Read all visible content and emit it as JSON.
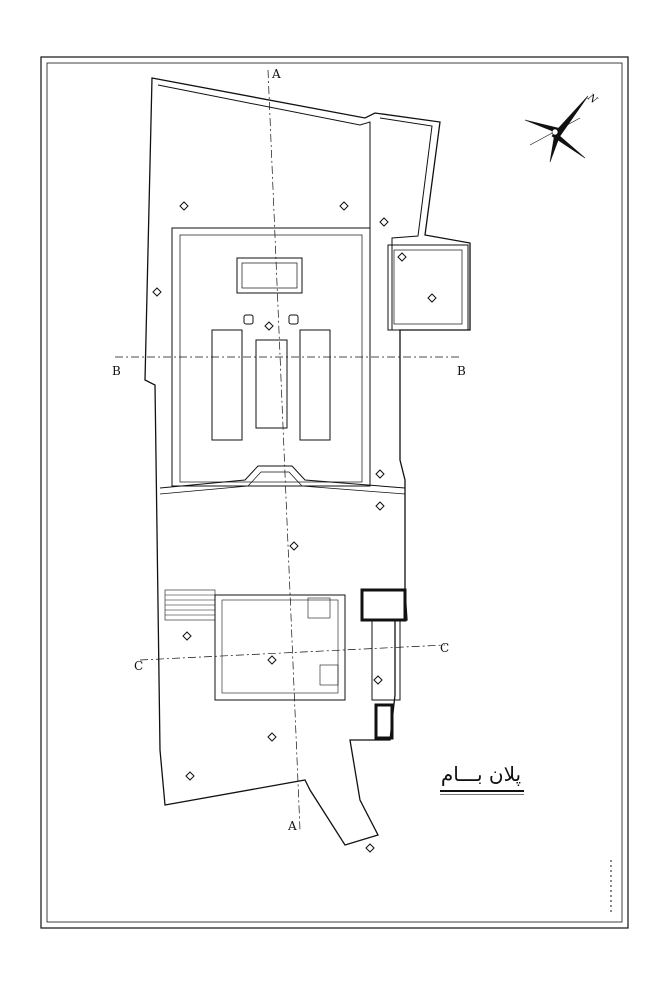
{
  "title": "پلان بـــام",
  "sections": {
    "a_top": "A",
    "a_bottom": "A",
    "b_left": "B",
    "b_right": "B",
    "c_left": "C",
    "c_right": "C"
  },
  "north_label": "N"
}
